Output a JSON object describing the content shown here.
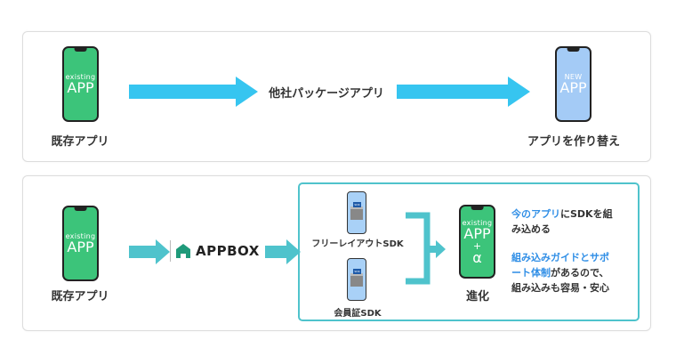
{
  "top": {
    "from_label": "既存アプリ",
    "from_phone": {
      "small": "existing",
      "big": "APP"
    },
    "middle_text": "他社パッケージアプリ",
    "to_phone": {
      "small": "NEW",
      "big": "APP"
    },
    "to_label": "アプリを作り替え"
  },
  "bottom": {
    "from_label": "既存アプリ",
    "from_phone": {
      "small": "existing",
      "big": "APP"
    },
    "logo_text": "APPBOX",
    "sdk1_label": "フリーレイアウトSDK",
    "sdk2_label": "会員証SDK",
    "sdk_tag": "SDK",
    "result_phone": {
      "small": "existing",
      "big": "APP",
      "plus": "+",
      "alpha": "α"
    },
    "result_label": "進化",
    "desc1": {
      "highlight": "今のアプリ",
      "rest1": "にSDKを組",
      "line2": "み込める"
    },
    "desc2": {
      "highlight1": "組み込みガイドとサポ",
      "highlight2": "ート体制",
      "rest2": "があるので、",
      "line3": "組み込みも容易・安心"
    }
  },
  "colors": {
    "top_arrow": "#36c5f0",
    "bottom_arrow": "#4fc3cc",
    "green_phone": "#3cc47a",
    "blue_phone": "#a4cbf6",
    "highlight": "#2f8ee6"
  }
}
